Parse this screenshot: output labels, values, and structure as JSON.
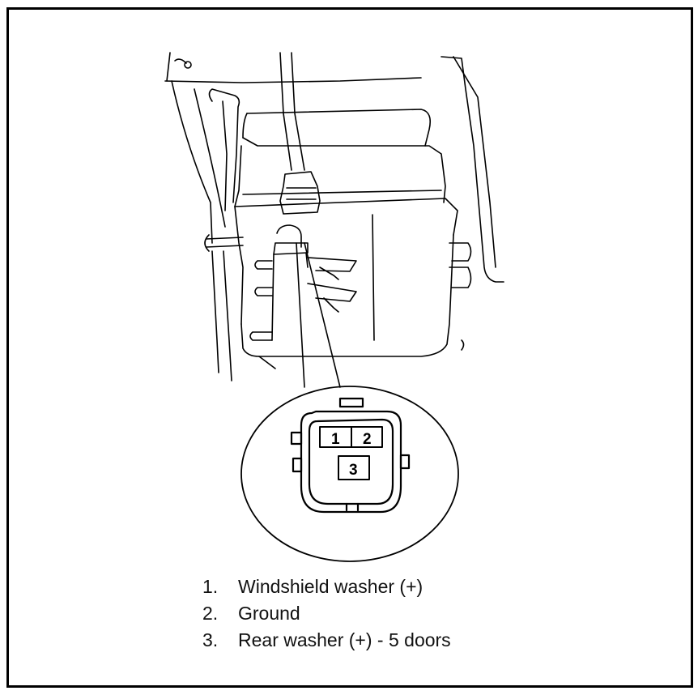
{
  "connector": {
    "pins": [
      {
        "number": "1"
      },
      {
        "number": "2"
      },
      {
        "number": "3"
      }
    ]
  },
  "legend": {
    "items": [
      {
        "number": "1.",
        "text": "Windshield washer (+)"
      },
      {
        "number": "2.",
        "text": "Ground"
      },
      {
        "number": "3.",
        "text": "Rear washer (+) - 5 doors"
      }
    ]
  },
  "colors": {
    "line": "#000000",
    "background": "#ffffff"
  }
}
